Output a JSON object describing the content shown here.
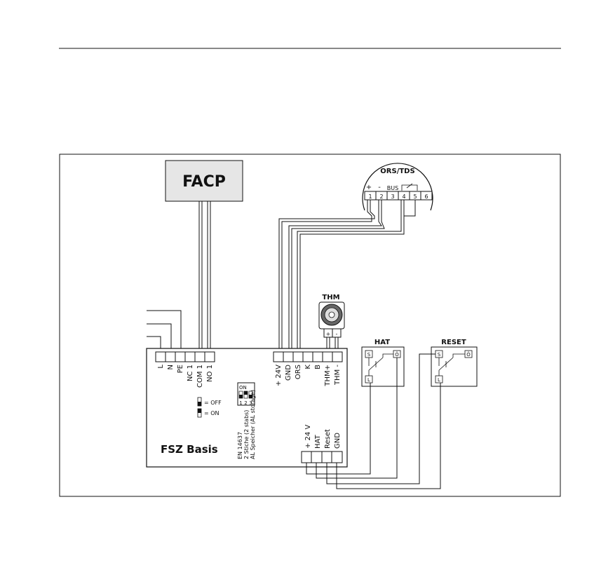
{
  "facp": {
    "label": "FACP"
  },
  "ors": {
    "title": "ORS/TDS",
    "plus": "+",
    "minus": "-",
    "bus": "BUS",
    "terminals": [
      "1",
      "2",
      "3",
      "4",
      "5",
      "6"
    ]
  },
  "thm": {
    "title": "THM",
    "plus": "+",
    "minus": "-"
  },
  "hat": {
    "title": "HAT",
    "s": "S",
    "o": "Ö",
    "l": "L"
  },
  "reset": {
    "title": "RESET",
    "s": "S",
    "o": "Ö",
    "l": "L"
  },
  "fsz": {
    "title": "FSZ Basis",
    "mains_labels": [
      "L",
      "N",
      "PE",
      "NC 1",
      "COM 1",
      "NO 1"
    ],
    "bus_labels": [
      "+ 24V",
      "GND",
      "ORS",
      "K",
      "B",
      "THM+",
      "THM -"
    ],
    "bottom_labels": [
      "+ 24 V",
      "HAT",
      "Reset",
      "GND"
    ],
    "dip": {
      "on": "ON",
      "numbers": [
        "1",
        "2",
        "3"
      ],
      "legend_off": "= OFF",
      "legend_on": "= ON"
    },
    "note_lines": [
      "EN 14637",
      "2 Stiche (2 stabs)",
      "AL Speicher (AL storage)"
    ]
  }
}
